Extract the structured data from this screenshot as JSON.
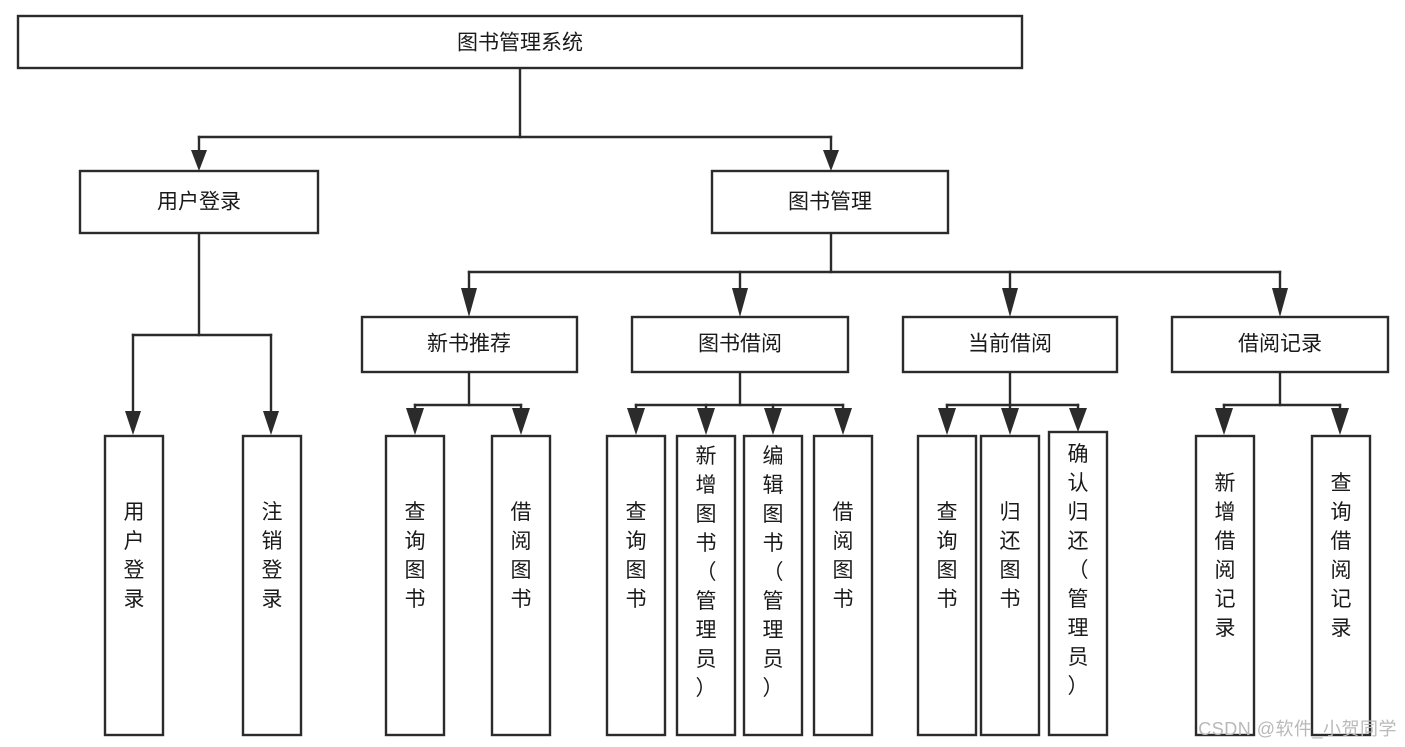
{
  "diagram": {
    "type": "tree-hierarchy-flowchart",
    "orientation": "top-down",
    "background_color": "#ffffff",
    "box_stroke_color": "#2b2b2b",
    "box_fill_color": "#ffffff",
    "text_color": "#1a1a1a",
    "root": {
      "id": "root",
      "label": "图书管理系统"
    },
    "level2": [
      {
        "id": "user-login",
        "label": "用户登录"
      },
      {
        "id": "book-management",
        "label": "图书管理"
      }
    ],
    "level3": [
      {
        "id": "new-book-recommend",
        "label": "新书推荐",
        "parent": "book-management"
      },
      {
        "id": "book-borrow",
        "label": "图书借阅",
        "parent": "book-management"
      },
      {
        "id": "current-borrow",
        "label": "当前借阅",
        "parent": "book-management"
      },
      {
        "id": "borrow-record",
        "label": "借阅记录",
        "parent": "book-management"
      }
    ],
    "leaves": {
      "user-login": [
        {
          "id": "leaf-user-login",
          "label": "用户登录"
        },
        {
          "id": "leaf-logout-login",
          "label": "注销登录"
        }
      ],
      "new-book-recommend": [
        {
          "id": "leaf-query-books-1",
          "label": "查询图书"
        },
        {
          "id": "leaf-borrow-books-1",
          "label": "借阅图书"
        }
      ],
      "book-borrow": [
        {
          "id": "leaf-query-books-2",
          "label": "查询图书"
        },
        {
          "id": "leaf-add-book-admin",
          "label": "新增图书（管理员）"
        },
        {
          "id": "leaf-edit-book-admin",
          "label": "编辑图书（管理员）"
        },
        {
          "id": "leaf-borrow-books-2",
          "label": "借阅图书"
        }
      ],
      "current-borrow": [
        {
          "id": "leaf-query-books-3",
          "label": "查询图书"
        },
        {
          "id": "leaf-return-books",
          "label": "归还图书"
        },
        {
          "id": "leaf-confirm-return-admin",
          "label": "确认归还（管理员）"
        }
      ],
      "borrow-record": [
        {
          "id": "leaf-add-borrow-record",
          "label": "新增借阅记录"
        },
        {
          "id": "leaf-query-borrow-record",
          "label": "查询借阅记录"
        }
      ]
    }
  },
  "watermark": {
    "text": "CSDN @软件_小贺同学"
  }
}
